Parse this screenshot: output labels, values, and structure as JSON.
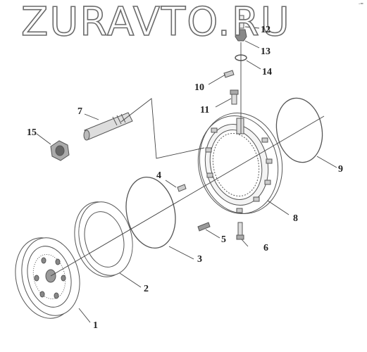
{
  "watermark": "ZURAVTO.RU",
  "corner_mark": "-=",
  "callouts": [
    {
      "id": "1",
      "label": "1"
    },
    {
      "id": "2",
      "label": "2"
    },
    {
      "id": "3",
      "label": "3"
    },
    {
      "id": "4",
      "label": "4"
    },
    {
      "id": "5",
      "label": "5"
    },
    {
      "id": "6",
      "label": "6"
    },
    {
      "id": "7",
      "label": "7"
    },
    {
      "id": "8",
      "label": "8"
    },
    {
      "id": "9",
      "label": "9"
    },
    {
      "id": "10",
      "label": "10"
    },
    {
      "id": "11",
      "label": "11"
    },
    {
      "id": "12",
      "label": "12"
    },
    {
      "id": "13",
      "label": "13"
    },
    {
      "id": "14",
      "label": "14"
    },
    {
      "id": "15",
      "label": "15"
    }
  ]
}
